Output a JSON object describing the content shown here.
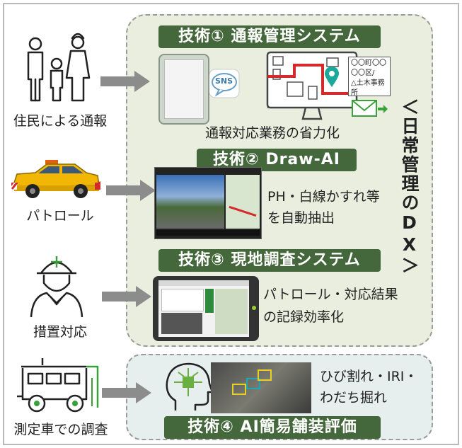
{
  "sources": {
    "residents": "住民による通報",
    "patrol": "パトロール",
    "response": "措置対応",
    "survey_vehicle": "測定車での調査"
  },
  "tech1": {
    "title": "技術① 通報管理システム",
    "caption": "通報対応業務の省力化",
    "sns": "SNS",
    "map_labels": [
      "〇〇町〇〇",
      "〇〇区/",
      "△土木事務所"
    ]
  },
  "tech2": {
    "title": "技術② Draw-AI",
    "desc": [
      "PH・白線かすれ等",
      "を自動抽出"
    ]
  },
  "tech3": {
    "title": "技術③ 現地調査システム",
    "desc": [
      "パトロール・対応結果",
      "の記録効率化"
    ]
  },
  "tech4": {
    "title": "技術④ AI簡易舗装評価",
    "desc": [
      "ひび割れ・IRI・",
      "わだち掘れ"
    ]
  },
  "side_label": "＜日常管理のDX＞",
  "colors": {
    "banner": "#44683c",
    "panel_green": "#e9eedf",
    "panel_blue": "#e6efee",
    "arrow": "#8c8c8c",
    "car": "#f2b705"
  },
  "icons": [
    "family-icon",
    "patrol-car-icon",
    "worker-icon",
    "survey-vehicle-icon",
    "sns-icon",
    "map-pin-icon",
    "mail-icon",
    "ai-head-icon"
  ]
}
